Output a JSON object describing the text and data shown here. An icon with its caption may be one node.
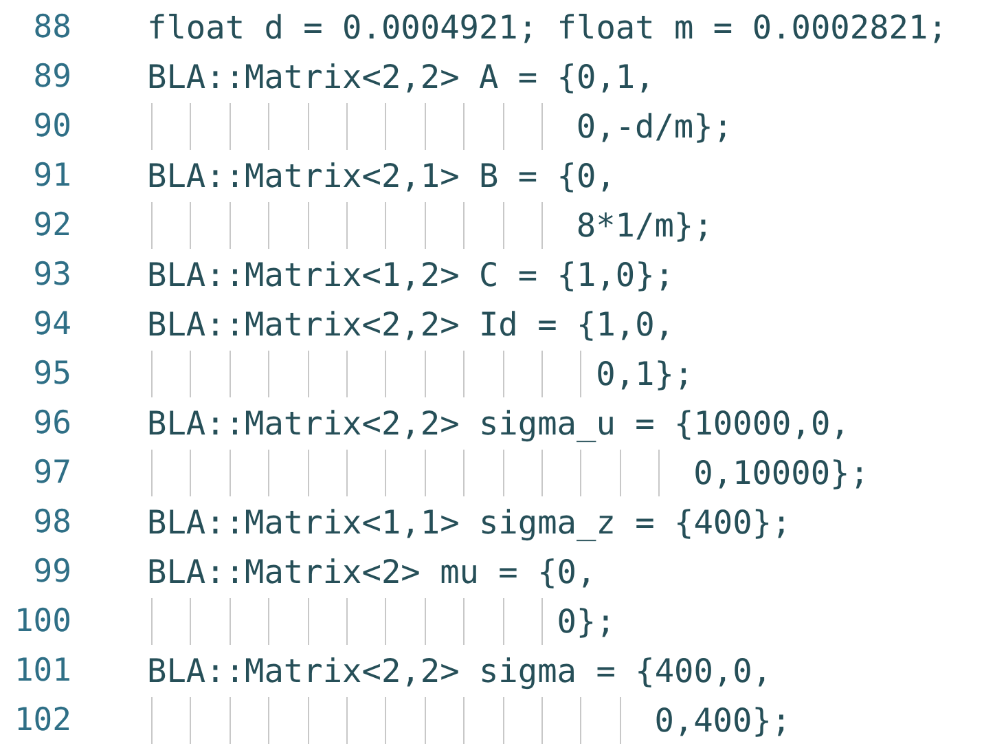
{
  "diagram": {
    "labels": [
      "88",
      "float d = 0.0004921; float m = 0.0002821;",
      "89",
      "BLA::Matrix<2,2> A = {0,1,",
      "90",
      "0,-d/m};",
      "91",
      "BLA::Matrix<2,1> B = {0,",
      "92",
      "8*1/m};",
      "93",
      "BLA::Matrix<1,2> C = {1,0};",
      "94",
      "BLA::Matrix<2,2> Id = {1,0,",
      "95",
      "0,1};",
      "96",
      "BLA::Matrix<2,2> sigma_u = {10000,0,",
      "97",
      "0,10000};",
      "98",
      "BLA::Matrix<1,1> sigma_z = {400};",
      "99",
      "BLA::Matrix<2> mu = {0,",
      "100",
      "0};",
      "101",
      "BLA::Matrix<2,2> sigma = {400,0,",
      "102",
      "0,400};"
    ]
  }
}
